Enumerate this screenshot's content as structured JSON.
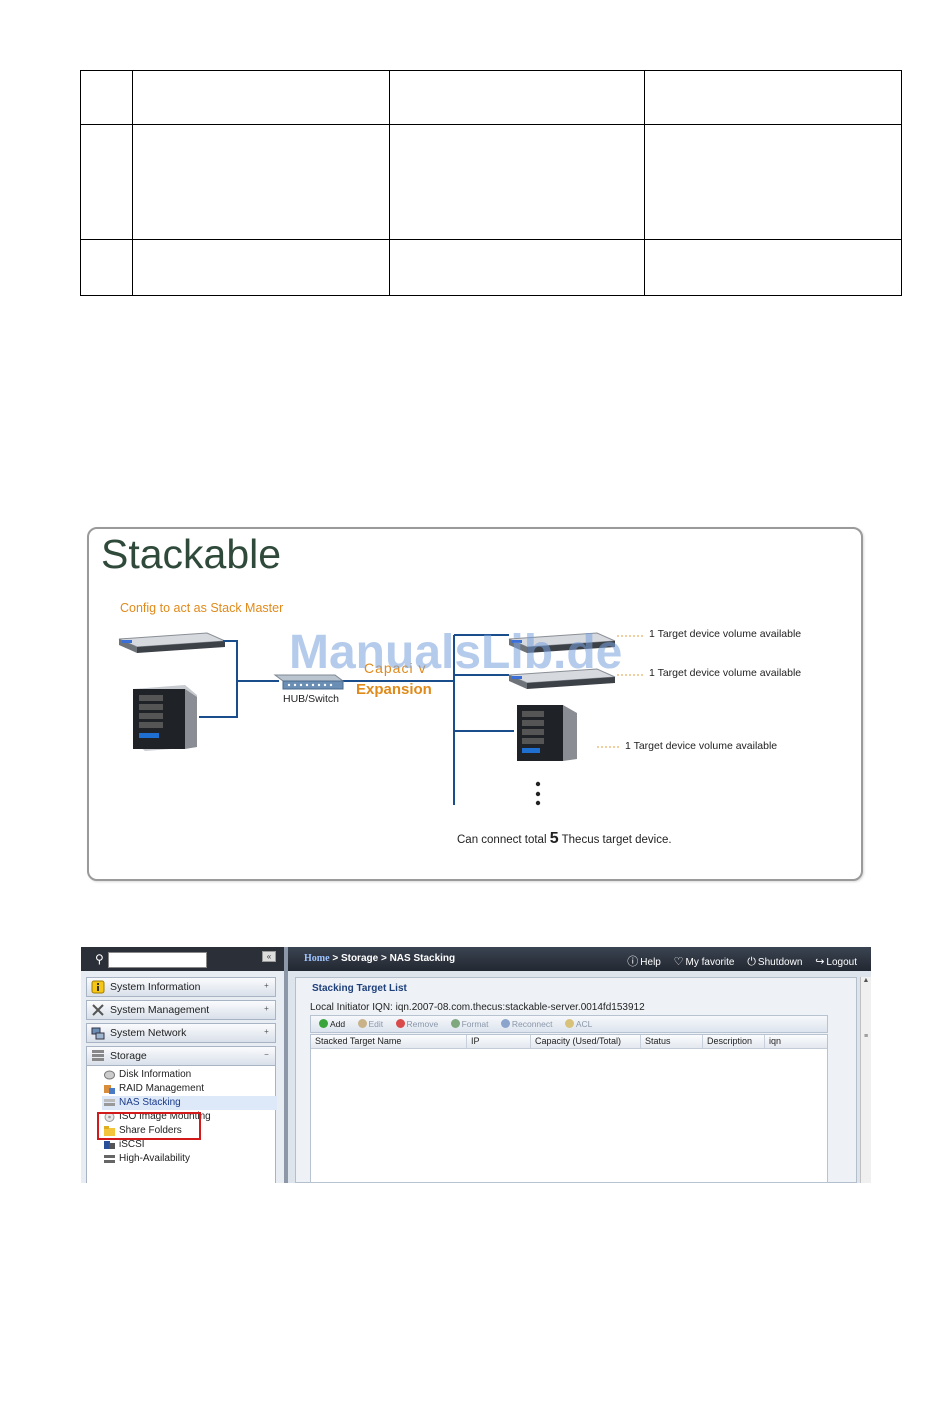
{
  "table": {
    "rows": [
      [
        "",
        "",
        "",
        ""
      ],
      [
        "",
        "",
        "",
        ""
      ],
      [
        "",
        "",
        "",
        ""
      ]
    ]
  },
  "diagram": {
    "title": "Stackable",
    "subtitle": "Config to act as Stack Master",
    "hub_label": "HUB/Switch",
    "capacity_label": "Capaci v",
    "expansion_label": "Expansion",
    "target_labels": [
      "1 Target device volume available",
      "1 Target device volume available",
      "1 Target device volume available"
    ],
    "total_prefix": "Can connect total",
    "total_count": "5",
    "total_suffix": "Thecus target device.",
    "watermark": "ManualsLib.de"
  },
  "ui": {
    "sidebar": {
      "collapse_symbol": "«",
      "menus": [
        {
          "label": "System Information",
          "toggle": "+",
          "icon": "info-icon"
        },
        {
          "label": "System Management",
          "toggle": "+",
          "icon": "tools-icon"
        },
        {
          "label": "System Network",
          "toggle": "+",
          "icon": "network-icon"
        },
        {
          "label": "Storage",
          "toggle": "−",
          "icon": "storage-icon"
        }
      ],
      "storage_items": [
        {
          "label": "Disk Information",
          "icon": "disk-icon"
        },
        {
          "label": "RAID Management",
          "icon": "raid-icon"
        },
        {
          "label": "NAS Stacking",
          "icon": "stacking-icon"
        },
        {
          "label": "ISO Image Mounting",
          "icon": "iso-icon"
        },
        {
          "label": "Share Folders",
          "icon": "folder-icon"
        },
        {
          "label": "iSCSI",
          "icon": "iscsi-icon"
        },
        {
          "label": "High-Availability",
          "icon": "ha-icon"
        }
      ]
    },
    "topbar": {
      "breadcrumb_home": "Home",
      "breadcrumb_rest": " > Storage > NAS Stacking",
      "help": "Help",
      "favorite": "My favorite",
      "shutdown": "Shutdown",
      "logout": "Logout"
    },
    "panel": {
      "legend": "Stacking Target List",
      "iqn": "Local Initiator IQN: iqn.2007-08.com.thecus:stackable-server.0014fd153912",
      "toolbar": [
        "Add",
        "Edit",
        "Remove",
        "Format",
        "Reconnect",
        "ACL"
      ],
      "columns": [
        "Stacked Target Name",
        "IP",
        "Capacity (Used/Total)",
        "Status",
        "Description",
        "iqn"
      ]
    }
  },
  "colors": {
    "accent_orange": "#e08a1a",
    "highlight_red": "#d31a1a",
    "line_blue": "#1a4d8c"
  }
}
